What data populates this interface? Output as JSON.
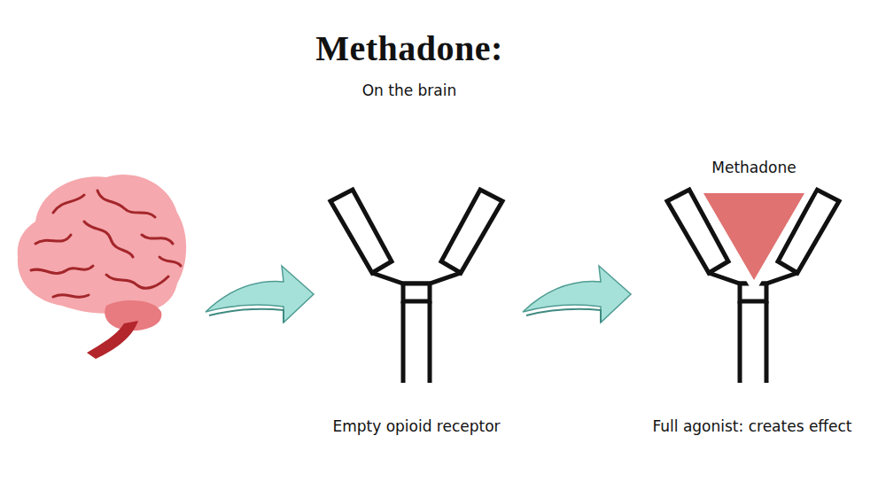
{
  "diagram": {
    "title": "Methadone:",
    "labels": [
      "On the brain",
      "Methadone",
      "Empty opioid receptor",
      "Full agonist: creates effect"
    ]
  }
}
